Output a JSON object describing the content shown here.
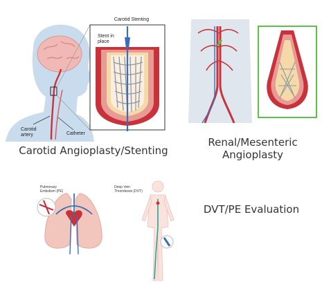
{
  "panels": {
    "carotid": {
      "caption": "Carotid Angioplasty/Stenting",
      "inset_title": "Carotid Stenting",
      "stent_label": "Stent in place",
      "artery_label": "Carotid artery",
      "catheter_label": "Catheter"
    },
    "renal": {
      "caption_line1": "Renal/Mesenteric",
      "caption_line2": "Angioplasty",
      "inset_border_color": "#5cc241"
    },
    "dvt": {
      "caption": "DVT/PE Evaluation",
      "pe_label_line1": "Pulmonary",
      "pe_label_line2": "Embolism (PE)",
      "dvt_label_line1": "Deep Vein",
      "dvt_label_line2": "Thrombosis (DVT)"
    }
  },
  "colors": {
    "artery_red": "#c8323a",
    "tissue_pink": "#e89a95",
    "stent_gray": "#8a9aa0",
    "skin_blue": "#c9dced",
    "lung_pink": "#f2c6bd"
  }
}
